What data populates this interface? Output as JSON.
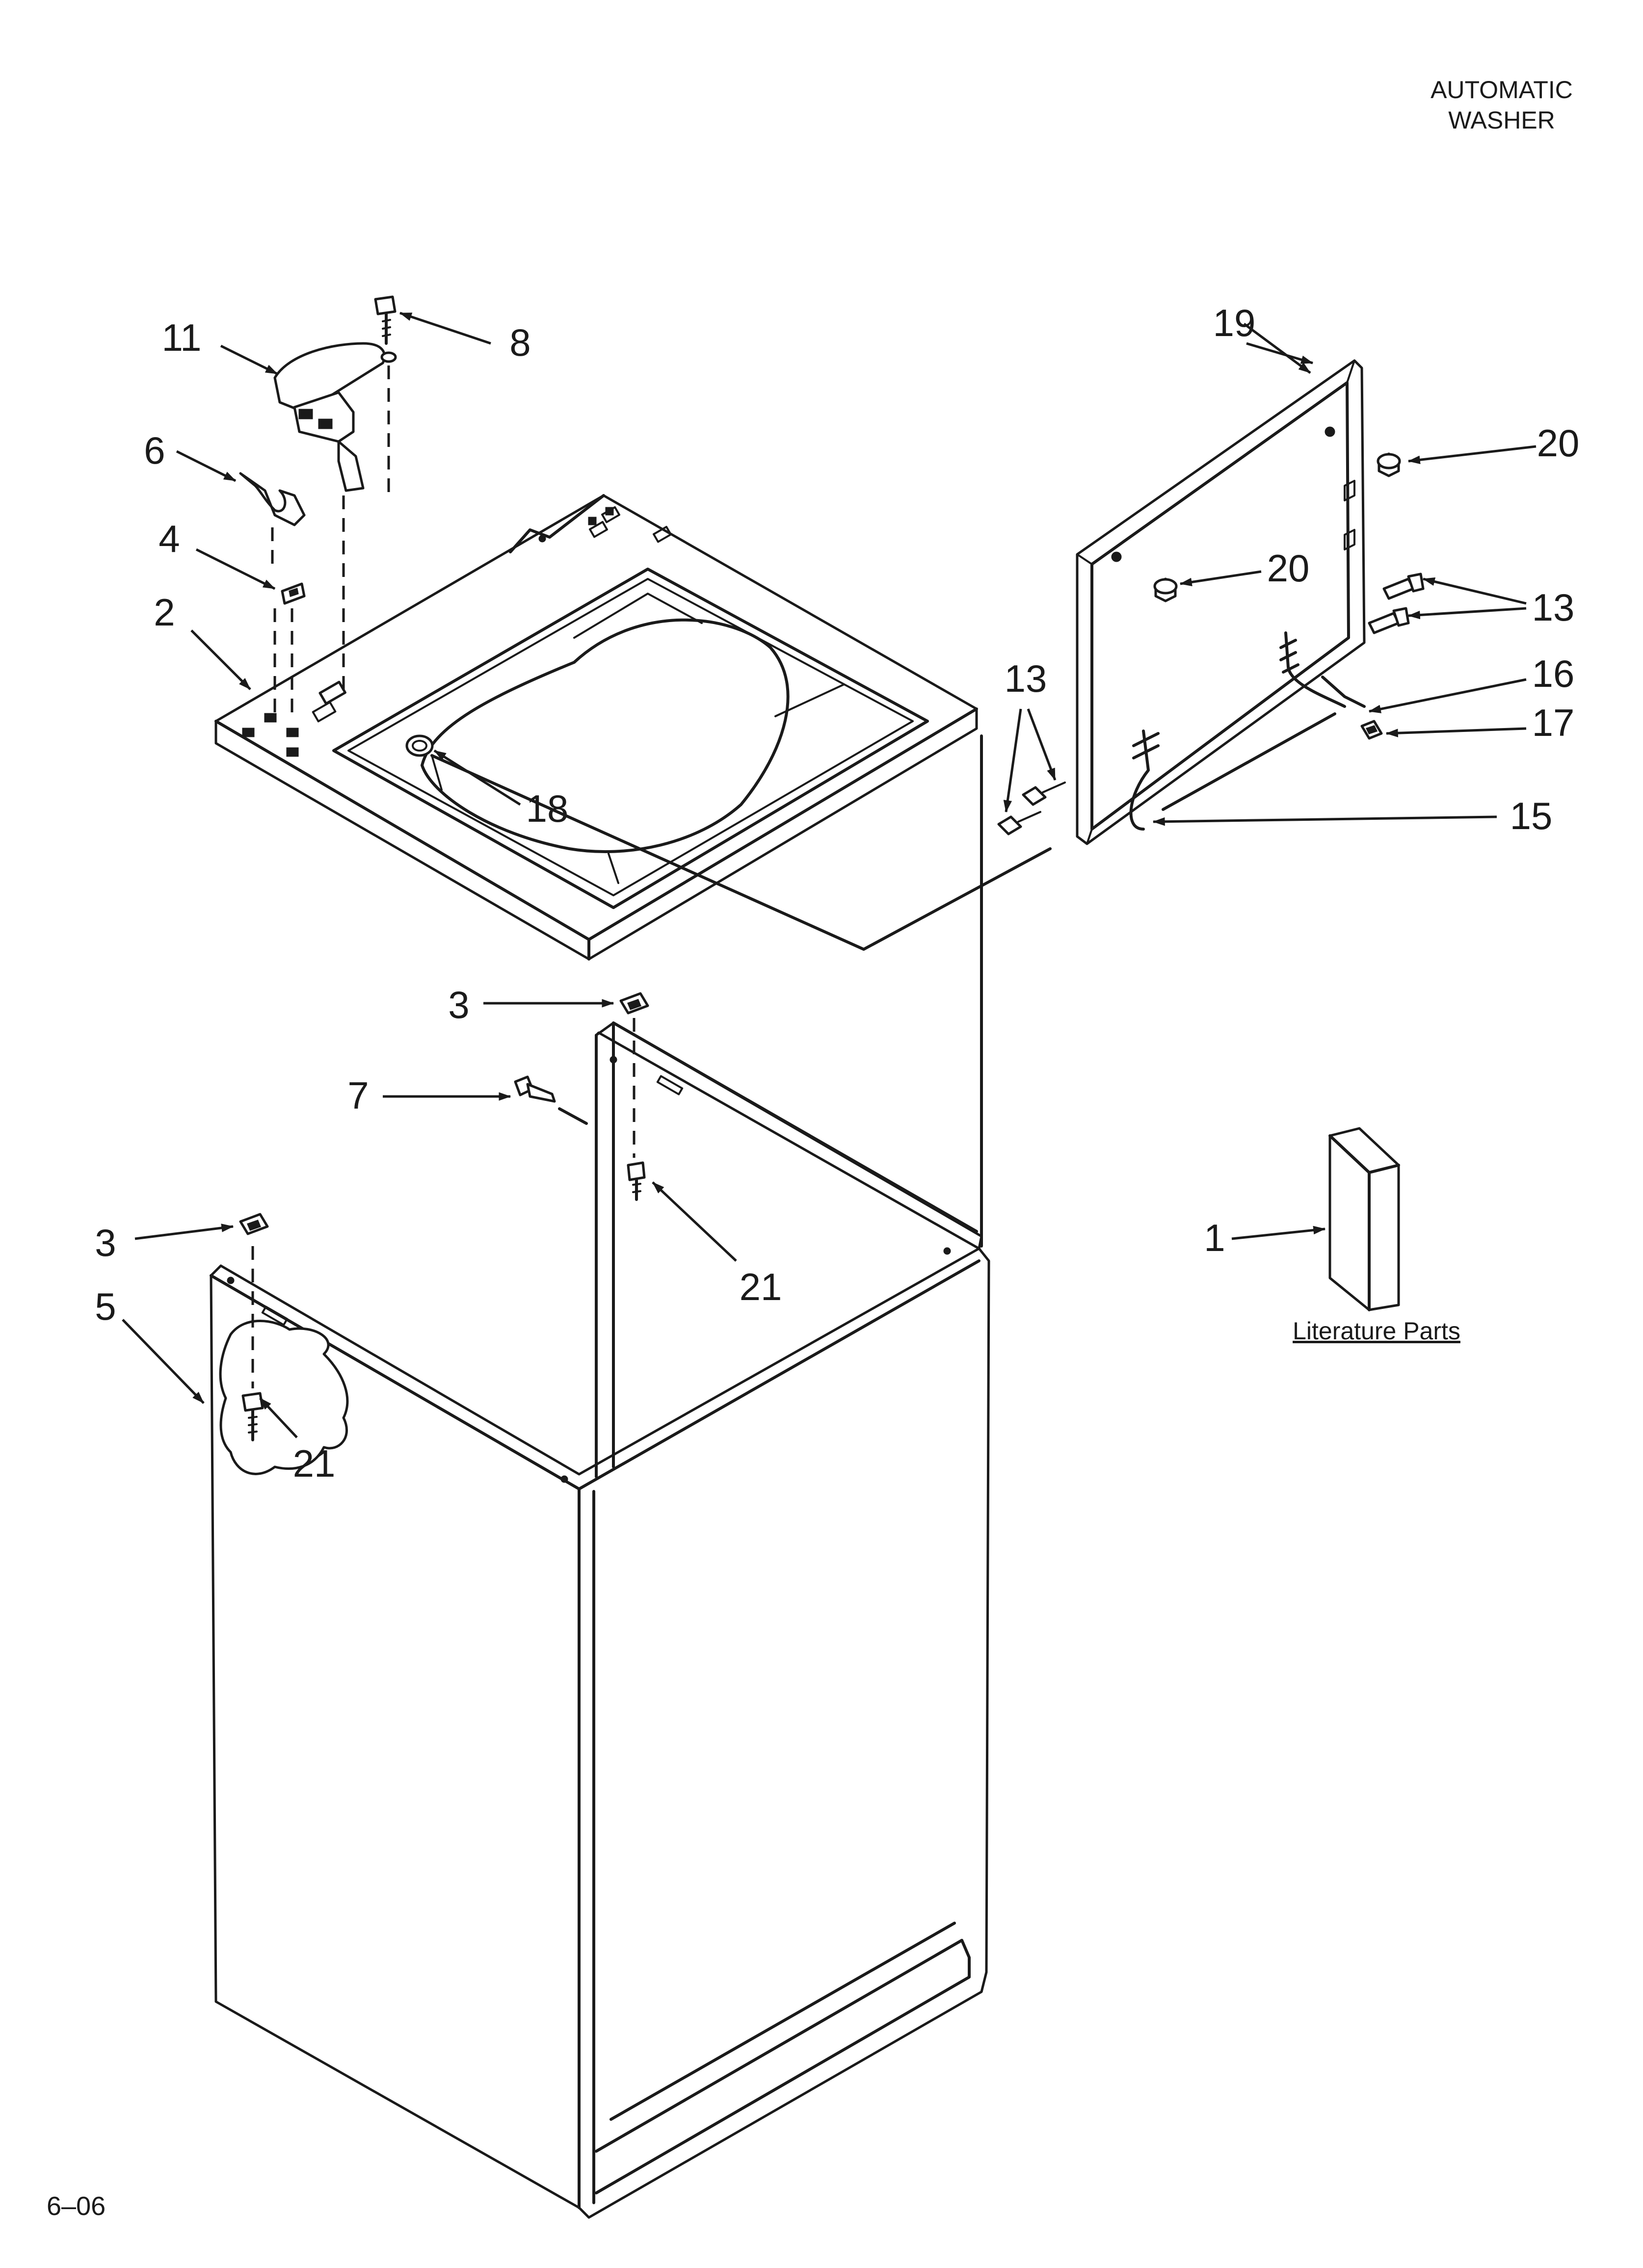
{
  "header": {
    "line1": "AUTOMATIC",
    "line2": "WASHER"
  },
  "footer": {
    "code": "6–06"
  },
  "literature_label": "Literature Parts",
  "callouts": {
    "c1": "1",
    "c2": "2",
    "c3a": "3",
    "c3b": "3",
    "c4": "4",
    "c5": "5",
    "c6": "6",
    "c7": "7",
    "c8": "8",
    "c11": "11",
    "c13a": "13",
    "c13b": "13",
    "c15": "15",
    "c16": "16",
    "c17": "17",
    "c18": "18",
    "c19": "19",
    "c20a": "20",
    "c20b": "20",
    "c21a": "21",
    "c21b": "21"
  }
}
